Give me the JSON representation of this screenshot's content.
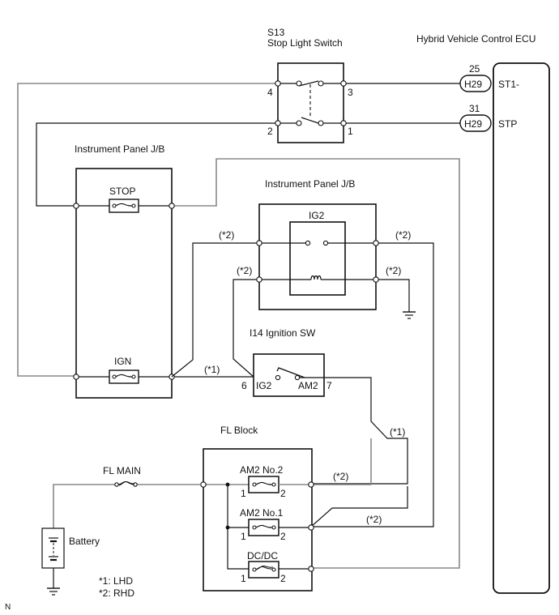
{
  "diagram": {
    "watermark": "N",
    "components": {
      "stop_light_switch": {
        "code": "S13",
        "name": "Stop Light Switch",
        "pins": [
          "4",
          "3",
          "2",
          "1"
        ]
      },
      "ecu": {
        "name": "Hybrid Vehicle Control ECU",
        "connectors": [
          {
            "pin": "25",
            "connector": "H29",
            "signal": "ST1-"
          },
          {
            "pin": "31",
            "connector": "H29",
            "signal": "STP"
          }
        ]
      },
      "ip_jb_left": {
        "name": "Instrument Panel J/B",
        "fuses": [
          "STOP",
          "IGN"
        ]
      },
      "ip_jb_right": {
        "name": "Instrument Panel J/B",
        "relay": "IG2"
      },
      "ignition_sw": {
        "name": "I14 Ignition SW",
        "pin_left": "6",
        "pin_right": "7",
        "term_left": "IG2",
        "term_right": "AM2"
      },
      "fl_block": {
        "name": "FL Block",
        "fuses": [
          {
            "name": "AM2 No.2",
            "pin1": "1",
            "pin2": "2"
          },
          {
            "name": "AM2 No.1",
            "pin1": "1",
            "pin2": "2"
          },
          {
            "name": "DC/DC",
            "pin1": "1",
            "pin2": "2"
          }
        ]
      },
      "fl_main": {
        "name": "FL MAIN"
      },
      "battery": {
        "name": "Battery"
      }
    },
    "wire_notes": {
      "lhd": "(*1)",
      "rhd": "(*2)"
    },
    "legend": [
      "*1: LHD",
      "*2: RHD"
    ]
  }
}
